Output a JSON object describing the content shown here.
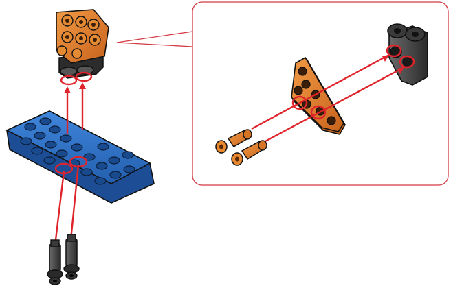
{
  "diagram": {
    "type": "assembly-instruction",
    "steps_shown": 2,
    "colors": {
      "guide_line": "#e0242c",
      "callout_border": "#d43a45",
      "plate_blue": "#2f72c8",
      "plate_blue_dark": "#1c4f96",
      "part_orange": "#e07a28",
      "part_orange_dark": "#a9561a",
      "part_gray": "#4a4a4a",
      "part_black": "#232323",
      "outline": "#111111"
    },
    "parts": [
      {
        "name": "orange-angled-connector",
        "color": "orange"
      },
      {
        "name": "blue-plate-2x7",
        "color": "blue"
      },
      {
        "name": "gray-standoff-pins",
        "color": "gray",
        "count": 2
      },
      {
        "name": "orange-triangle-plate",
        "color": "orange"
      },
      {
        "name": "orange-pins",
        "color": "orange",
        "count": 2
      },
      {
        "name": "gray-double-standoff",
        "color": "gray"
      }
    ]
  }
}
